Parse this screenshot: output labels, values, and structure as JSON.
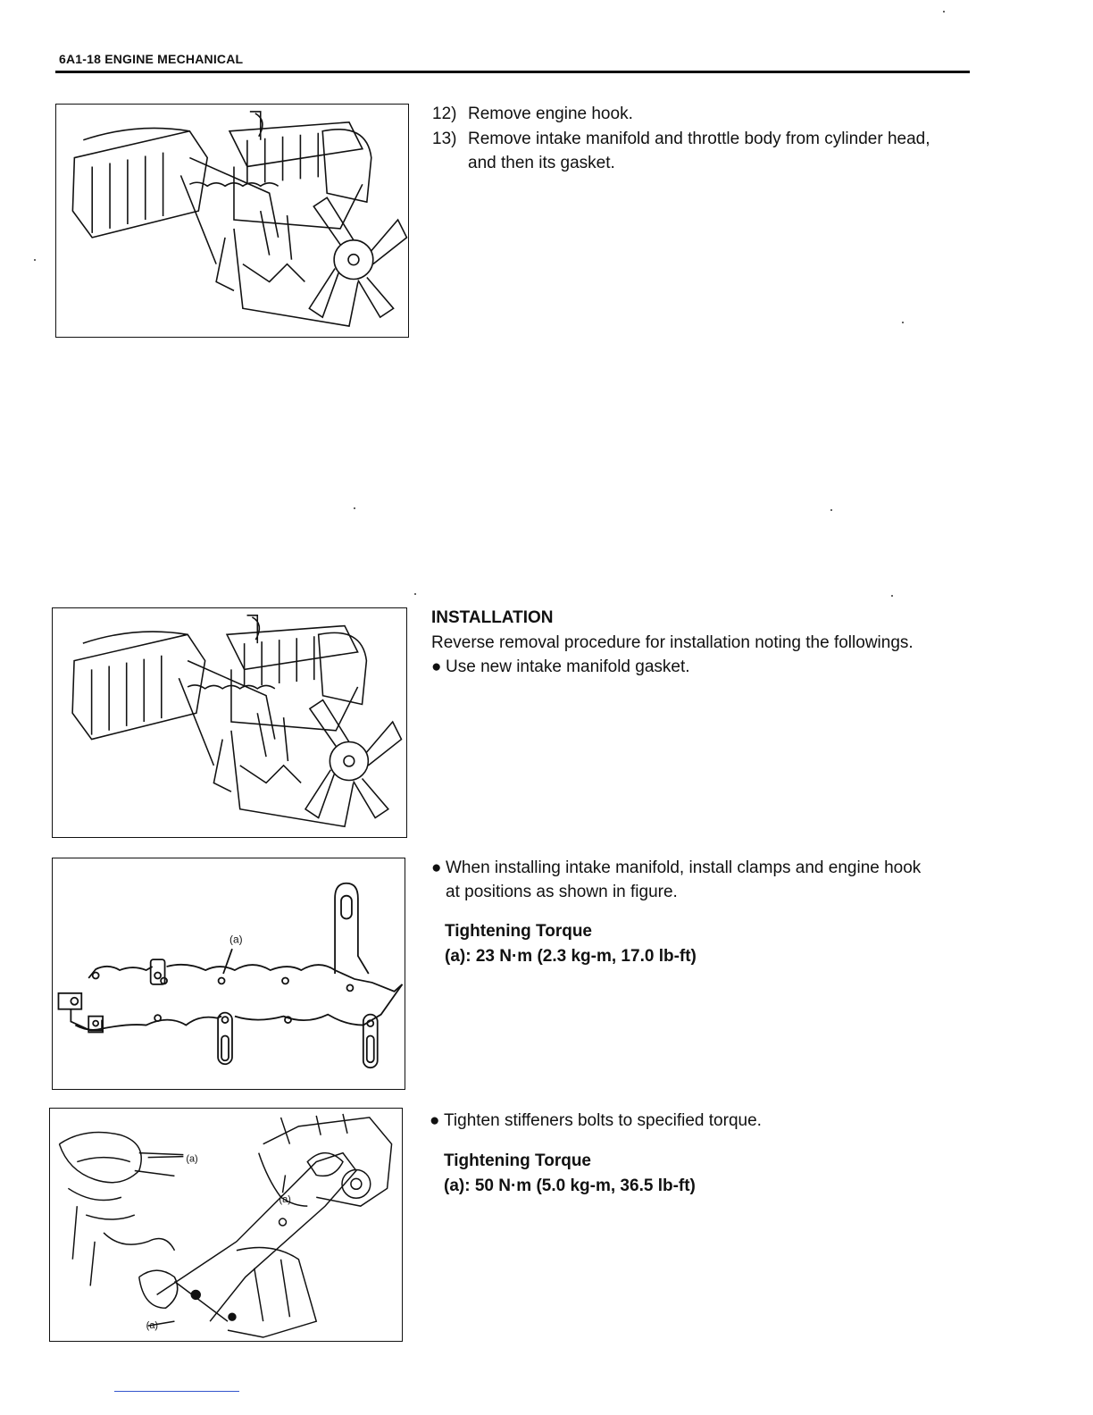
{
  "header": {
    "title": "6A1-18  ENGINE MECHANICAL"
  },
  "removal": {
    "steps": [
      {
        "num": "12)",
        "text": "Remove engine hook."
      },
      {
        "num": "13)",
        "text": "Remove intake manifold and throttle body from cylinder head,",
        "cont": "and then its gasket."
      }
    ]
  },
  "installation": {
    "heading": "INSTALLATION",
    "intro": "Reverse removal procedure for installation noting the followings.",
    "bullet1": "Use new intake manifold gasket.",
    "bullet2_line1": "When installing intake manifold, install clamps and engine hook",
    "bullet2_line2": "at positions as shown in figure.",
    "torque1_title": "Tightening Torque",
    "torque1_value": "(a): 23 N·m (2.3 kg-m, 17.0 lb-ft)",
    "bullet3": "Tighten stiffeners bolts to specified torque.",
    "torque2_title": "Tightening Torque",
    "torque2_value": "(a): 50 N·m (5.0 kg-m, 36.5 lb-ft)"
  },
  "figure_labels": {
    "gasket_a": "(a)",
    "stiffener_a1": "(a)",
    "stiffener_a2": "(a)",
    "stiffener_a3": "(a)"
  },
  "bullet_symbol": "●"
}
